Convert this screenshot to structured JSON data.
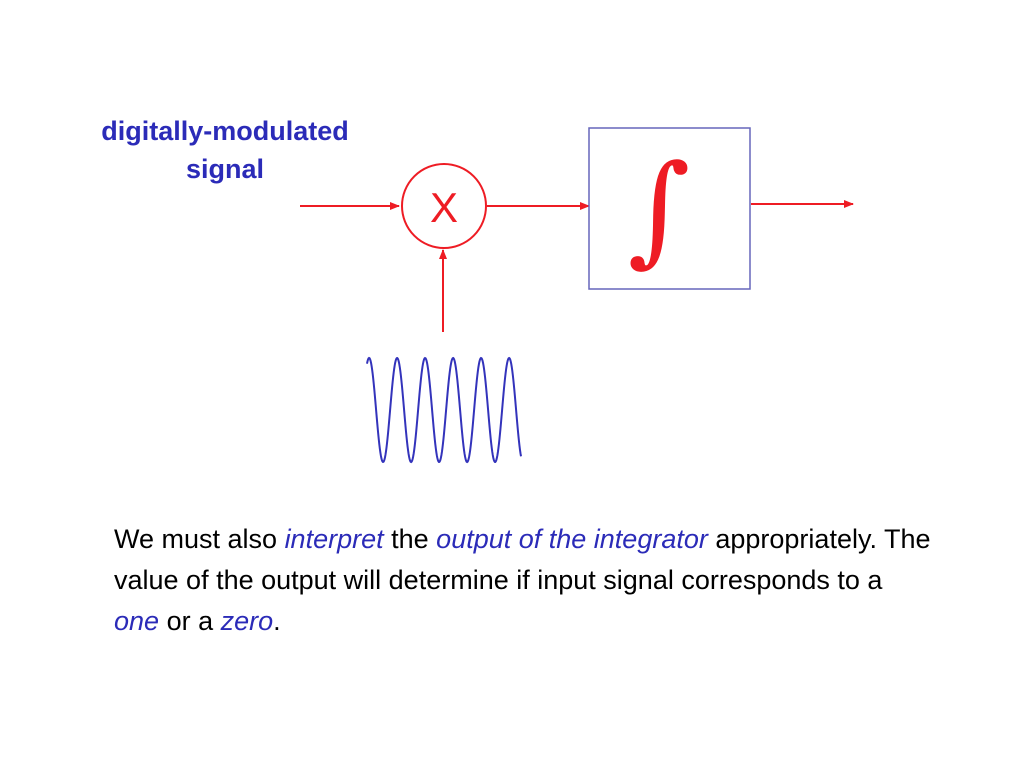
{
  "diagram": {
    "signal_label_line1": "digitally-modulated",
    "signal_label_line2": "signal",
    "multiplier_symbol": "X",
    "integrator_symbol": "∫",
    "colors": {
      "arrow": "#ee1c24",
      "label": "#2b2bb8",
      "box_border": "#6666bb",
      "carrier_wave": "#3333bb"
    }
  },
  "text": {
    "p1": "We must also ",
    "p2": "interpret",
    "p3": " the ",
    "p4": "output of the integrator",
    "p5": " appropriately.  The value of the output will determine if input signal corresponds to a ",
    "p6": "one",
    "p7": " or a ",
    "p8": "zero",
    "p9": ".",
    "emphasis_color": "#2b2bb8"
  }
}
